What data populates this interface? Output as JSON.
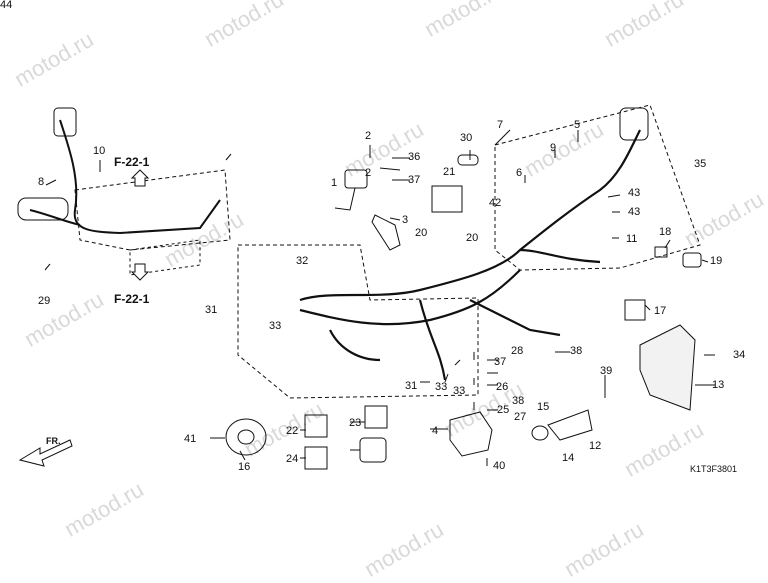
{
  "diagram": {
    "code": "K1T3F3801",
    "front_label": "FR.",
    "refs": [
      "F-22-1",
      "F-22-1"
    ],
    "watermark": "motod.ru",
    "part_numbers": [
      "1",
      "2",
      "2",
      "3",
      "4",
      "5",
      "6",
      "7",
      "8",
      "9",
      "10",
      "11",
      "12",
      "13",
      "14",
      "15",
      "16",
      "17",
      "18",
      "19",
      "20",
      "20",
      "21",
      "22",
      "23",
      "24",
      "25",
      "26",
      "27",
      "28",
      "29",
      "30",
      "31",
      "31",
      "32",
      "33",
      "33",
      "33",
      "34",
      "35",
      "36",
      "37",
      "37",
      "38",
      "38",
      "39",
      "40",
      "41",
      "42",
      "43",
      "43",
      "44"
    ]
  }
}
